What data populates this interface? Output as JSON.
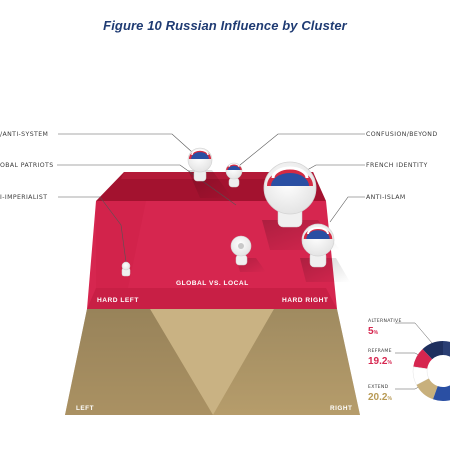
{
  "title": "Figure 10 Russian Influence by Cluster",
  "clusters": {
    "anti_system": "/ANTI-SYSTEM",
    "global_patriots": "OBAL PATRIOTS",
    "anti_imperialist": "I-IMPERIALIST",
    "confusion": "CONFUSION/BEYOND",
    "french_identity": "FRENCH IDENTITY",
    "anti_islam": "ANTI-ISLAM"
  },
  "areas": {
    "hard_left": "HARD LEFT",
    "global_vs_local": "GLOBAL VS. LOCAL",
    "hard_right": "HARD RIGHT",
    "left": "LEFT",
    "right": "RIGHT"
  },
  "legend": [
    {
      "name": "ALTERNATIVE",
      "value": "5",
      "unit": "%"
    },
    {
      "name": "REFRAME",
      "value": "19.2",
      "unit": "%"
    },
    {
      "name": "EXTEND",
      "value": "20.2",
      "unit": "%"
    }
  ],
  "colors": {
    "top_dark": "#a3122f",
    "crimson": "#d6264f",
    "gold": "#a8905f",
    "gold_light": "#c8b07c",
    "russia_white": "#ffffff",
    "russia_blue": "#2a4fa3",
    "russia_red": "#d52b43",
    "navy": "#1f3b73"
  }
}
